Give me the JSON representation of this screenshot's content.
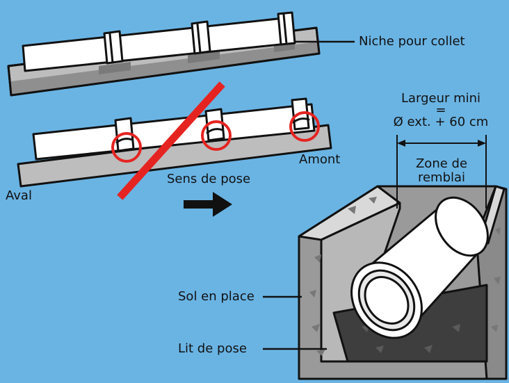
{
  "colors": {
    "background": "#6ab4e4",
    "pipe": "#ffffff",
    "outline": "#111111",
    "slab": "#bdbdbd",
    "slab_shadow": "#8f8f8f",
    "prohibited": "#e52421",
    "trench_soil": "#9a9a9a",
    "bedding": "#3e3e3e",
    "wall_top": "#d9d9d9"
  },
  "labels": {
    "niche": "Niche pour collet",
    "amont": "Amont",
    "aval": "Aval",
    "sens_de_pose": "Sens de pose",
    "largeur_line1": "Largeur mini",
    "largeur_line2": "=",
    "largeur_line3": "Ø ext. + 60 cm",
    "zone_line1": "Zone de",
    "zone_line2": "remblai",
    "sol_en_place": "Sol en place",
    "lit_de_pose": "Lit de pose"
  },
  "icons": {
    "arrow": "right-arrow-icon",
    "prohibited": "prohibition-slash-icon",
    "highlight": "red-circle-icon"
  }
}
